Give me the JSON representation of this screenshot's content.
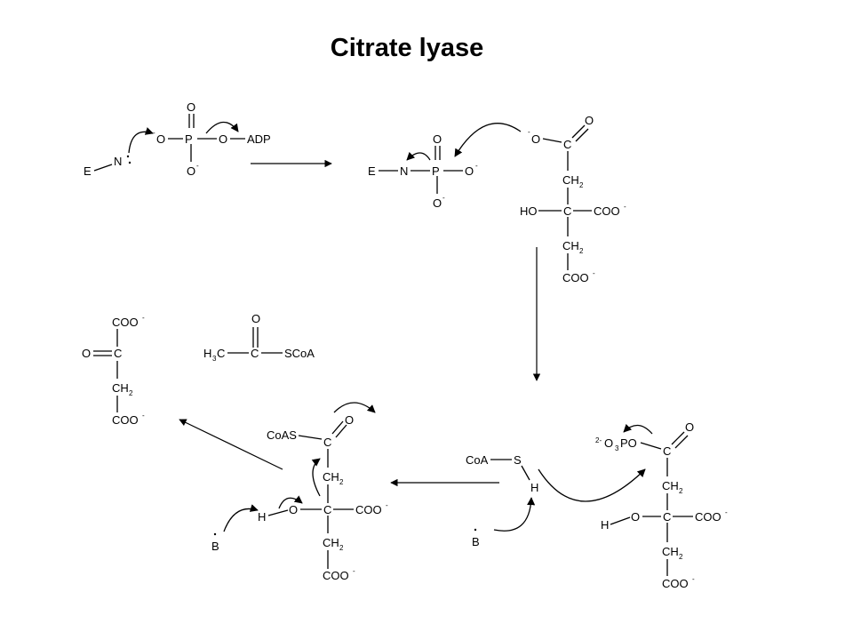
{
  "title": "Citrate lyase",
  "labels": {
    "O": "O",
    "P": "P",
    "C": "C",
    "N": "N",
    "E": "E",
    "H": "H",
    "S": "S",
    "B": "B",
    "ADP": "ADP",
    "CH": "CH",
    "COO": "COO",
    "HO": "HO",
    "H3C": "H",
    "SCoA": "SCoA",
    "CoA": "CoA",
    "CoAS": "CoAS",
    "PO": "PO",
    "minus": "-",
    "two_minus": "2-",
    "sub2": "2",
    "sub3": "3"
  }
}
